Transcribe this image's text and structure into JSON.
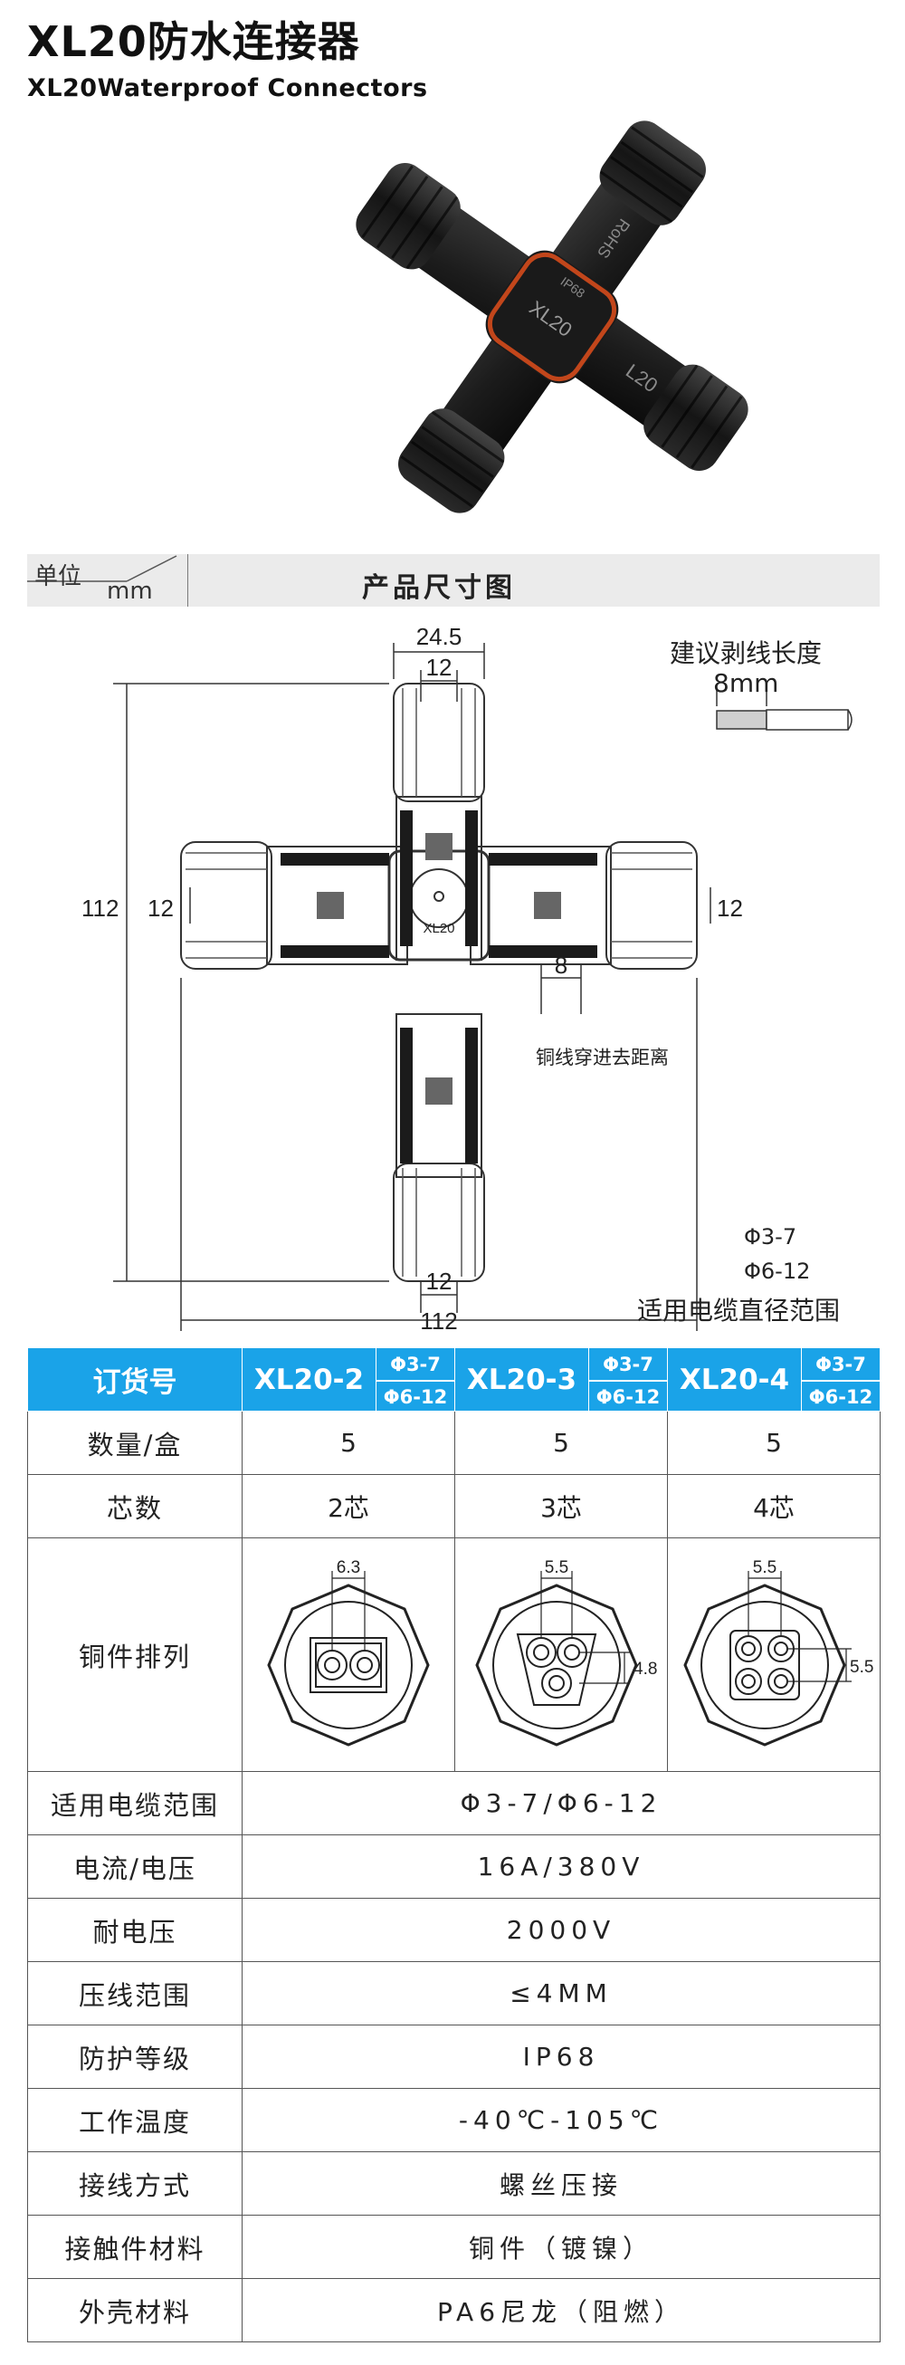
{
  "header": {
    "title_cn": "XL20防水连接器",
    "title_en": "XL20Waterproof Connectors"
  },
  "photo": {
    "center_label": "XL20",
    "arm_top": "RoHS",
    "arm_right": "L20",
    "ring_text": "IP68"
  },
  "dimension_section": {
    "unit_label": "单位",
    "unit_value": "mm",
    "title": "产品尺寸图",
    "strip_label": "建议剥线长度",
    "strip_value": "8mm",
    "dim_width_top": "24.5",
    "dim_top_arm": "12",
    "dim_height": "112",
    "dim_left_arm": "12",
    "dim_right_arm": "12",
    "dim_center": "XL20",
    "dim_copper": "8",
    "copper_label": "铜线穿进去距离",
    "dim_bottom_arm": "12",
    "dim_width_total": "112",
    "cable_range_a": "Φ3-7",
    "cable_range_b": "Φ6-12",
    "cable_range_label": "适用电缆直径范围"
  },
  "table": {
    "header": {
      "order_no": "订货号",
      "models": [
        {
          "name": "XL20-2",
          "range_a": "Φ3-7",
          "range_b": "Φ6-12"
        },
        {
          "name": "XL20-3",
          "range_a": "Φ3-7",
          "range_b": "Φ6-12"
        },
        {
          "name": "XL20-4",
          "range_a": "Φ3-7",
          "range_b": "Φ6-12"
        }
      ]
    },
    "qty": {
      "label": "数量/盒",
      "values": [
        "5",
        "5",
        "5"
      ]
    },
    "cores": {
      "label": "芯数",
      "values": [
        "2芯",
        "3芯",
        "4芯"
      ]
    },
    "layout": {
      "label": "铜件排列",
      "dims": [
        "6.3",
        "5.5",
        "4.8",
        "5.5",
        "5.5"
      ]
    },
    "rows": [
      {
        "label": "适用电缆范围",
        "value": "Φ3-7/Φ6-12"
      },
      {
        "label": "电流/电压",
        "value": "16A/380V"
      },
      {
        "label": "耐电压",
        "value": "2000V"
      },
      {
        "label": "压线范围",
        "value": "≤4MM"
      },
      {
        "label": "防护等级",
        "value": "IP68"
      },
      {
        "label": "工作温度",
        "value": "-40℃-105℃"
      },
      {
        "label": "接线方式",
        "value": "螺丝压接"
      },
      {
        "label": "接触件材料",
        "value": "铜件（镀镍）"
      },
      {
        "label": "外壳材料",
        "value": "PA6尼龙（阻燃）"
      }
    ]
  }
}
